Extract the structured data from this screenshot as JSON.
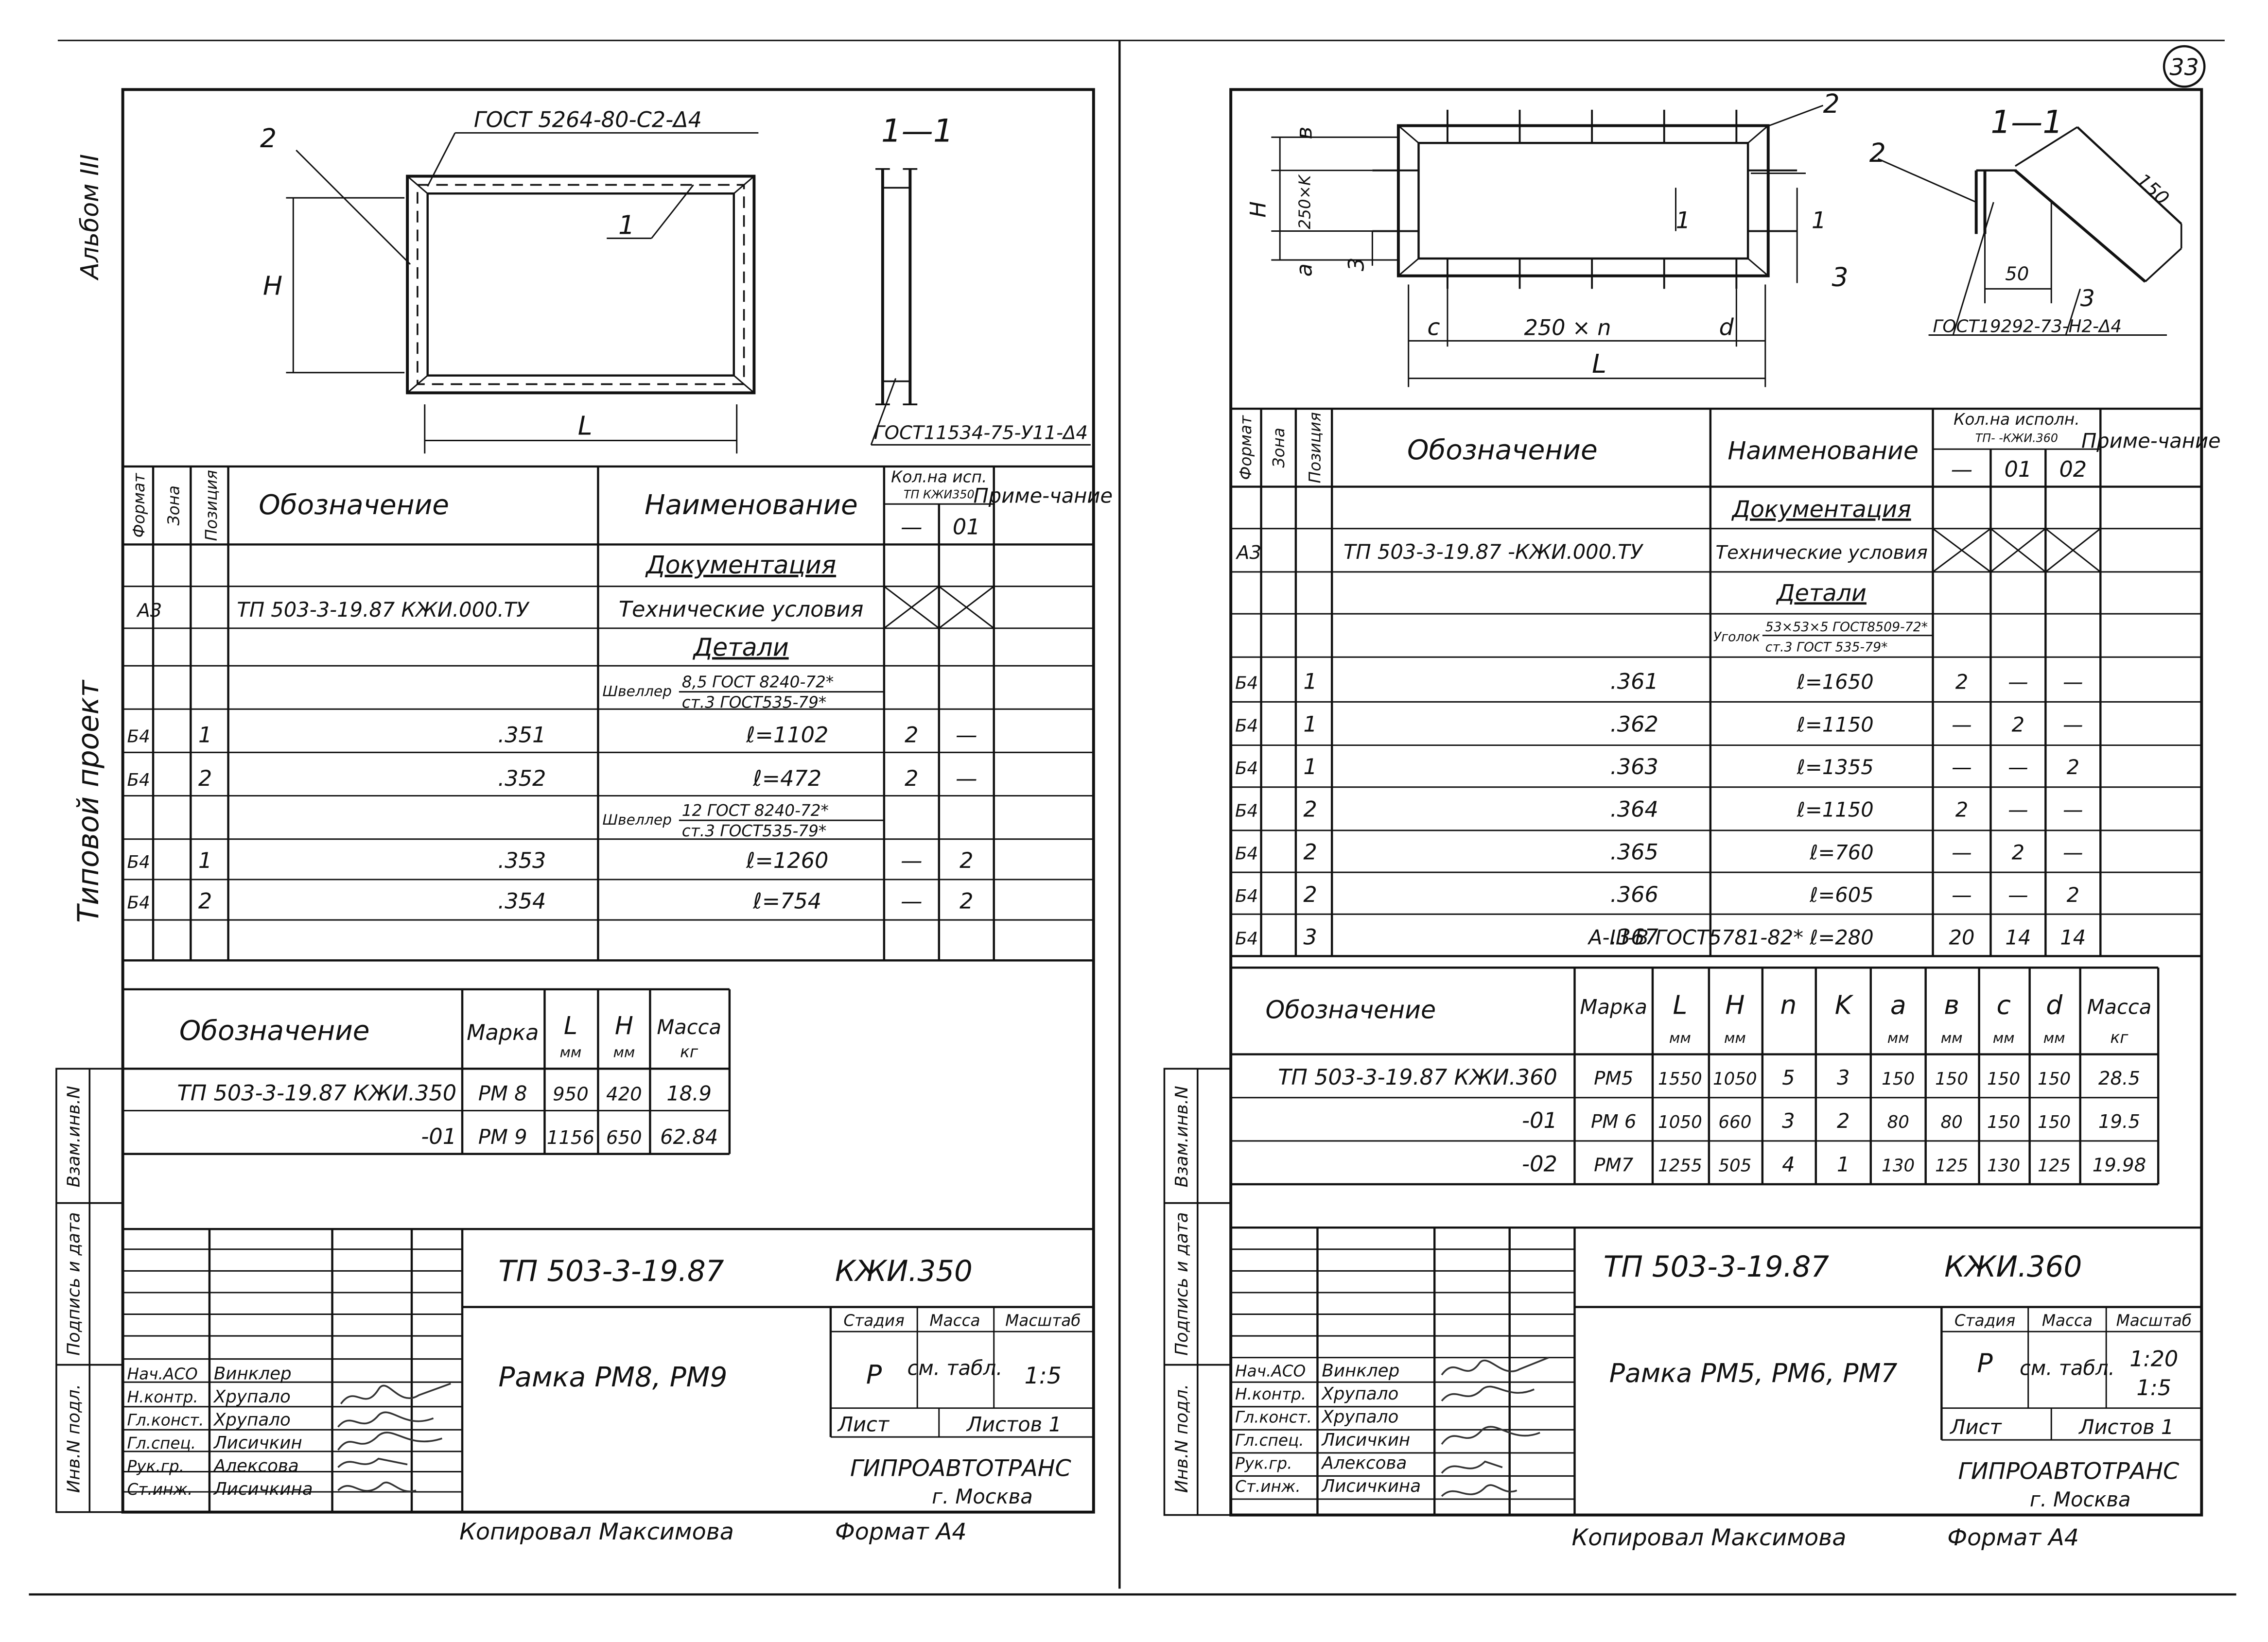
{
  "page_number": "33",
  "left": {
    "side_labels": {
      "album": "Альбом III",
      "project": "Типовой проект",
      "vzam": "Взам.инв.N",
      "podpis": "Подпись и дата",
      "inv": "Инв.N подл."
    },
    "drawing": {
      "gost_top": "ГОСТ 5264-80-С2-Δ4",
      "pos2": "2",
      "pos1": "1",
      "dim_h": "H",
      "dim_l": "L",
      "section": "1—1",
      "gost_side": "ГОСТ11534-75-У11-Δ4"
    },
    "spec": {
      "headers": {
        "format": "Формат",
        "zone": "Зона",
        "pos": "Позиция",
        "designation": "Обозначение",
        "name": "Наименование",
        "qty": "Кол.на исп.",
        "qty_sub": "ТП  КЖИ350",
        "q1": "—",
        "q2": "01",
        "note": "Приме-чание"
      },
      "section_docs": "Документация",
      "tu": {
        "format": "А3",
        "designation": "ТП 503-3-19.87   КЖИ.000.ТУ",
        "name": "Технические условия"
      },
      "section_parts": "Детали",
      "profile1": {
        "prefix": "Швеллер",
        "top": "8,5 ГОСТ 8240-72*",
        "bottom": "ст.3 ГОСТ535-79*"
      },
      "profile2": {
        "prefix": "Швеллер",
        "top": "12 ГОСТ 8240-72*",
        "bottom": "ст.3 ГОСТ535-79*"
      },
      "rows1": [
        {
          "format": "Б4",
          "pos": "1",
          "designation": ".351",
          "name": "ℓ=1102",
          "q1": "2",
          "q2": "—"
        },
        {
          "format": "Б4",
          "pos": "2",
          "designation": ".352",
          "name": "ℓ=472",
          "q1": "2",
          "q2": "—"
        }
      ],
      "rows2": [
        {
          "format": "Б4",
          "pos": "1",
          "designation": ".353",
          "name": "ℓ=1260",
          "q1": "—",
          "q2": "2"
        },
        {
          "format": "Б4",
          "pos": "2",
          "designation": ".354",
          "name": "ℓ=754",
          "q1": "—",
          "q2": "2"
        }
      ]
    },
    "marks": {
      "headers": {
        "designation": "Обозначение",
        "mark": "Марка",
        "l": "L",
        "h": "H",
        "unit_mm": "мм",
        "mass": "Масса",
        "unit_kg": "кг"
      },
      "rows": [
        {
          "designation": "ТП 503-3-19.87   КЖИ.350",
          "mark": "РМ 8",
          "l": "950",
          "h": "420",
          "mass": "18.9"
        },
        {
          "designation": "-01",
          "mark": "РМ 9",
          "l": "1156",
          "h": "650",
          "mass": "62.84"
        }
      ]
    },
    "title_block": {
      "project": "ТП 503-3-19.87",
      "code": "КЖИ.350",
      "name": "Рамка РМ8, РМ9",
      "stage_label": "Стадия",
      "mass_label": "Масса",
      "scale_label": "Масштаб",
      "stage": "Р",
      "mass": "см. табл.",
      "scale": "1:5",
      "sheet_label": "Лист",
      "sheets_label": "Листов 1",
      "org": "ГИПРОАВТОТРАНС",
      "city": "г. Москва",
      "roles": [
        {
          "role": "Нач.АСО",
          "name": "Винклер"
        },
        {
          "role": "Н.контр.",
          "name": "Хрупало"
        },
        {
          "role": "Гл.конст.",
          "name": "Хрупало"
        },
        {
          "role": "Гл.спец.",
          "name": "Лисичкин"
        },
        {
          "role": "Рук.гр.",
          "name": "Алексова"
        },
        {
          "role": "Ст.инж.",
          "name": "Лисичкина"
        }
      ]
    },
    "footer": {
      "copied": "Копировал Максимова",
      "format": "Формат А4"
    }
  },
  "right": {
    "side_labels": {
      "vzam": "Взам.инв.N",
      "podpis": "Подпись и дата",
      "inv": "Инв.N подл."
    },
    "drawing": {
      "pos2": "2",
      "pos3": "3",
      "b": "в",
      "h": "H",
      "k": "250×K",
      "a": "a",
      "sec1": "1",
      "sec1b": "1",
      "c": "c",
      "d": "d",
      "n": "250 × n",
      "l": "L",
      "section": "1—1",
      "s_pos2": "2",
      "s_pos3": "3",
      "d150": "150",
      "d50": "50",
      "gost": "ГОСТ19292-73-Н2-Δ4"
    },
    "spec": {
      "headers": {
        "format": "Формат",
        "zone": "Зона",
        "pos": "Позиция",
        "designation": "Обозначение",
        "name": "Наименование",
        "qty": "Кол.на исполн.",
        "qty_sub": "ТП-   -КЖИ.360",
        "q1": "—",
        "q2": "01",
        "q3": "02",
        "note": "Приме-чание"
      },
      "section_docs": "Документация",
      "tu": {
        "format": "А3",
        "designation": "ТП 503-3-19.87  -КЖИ.000.ТУ",
        "name": "Технические условия"
      },
      "section_parts": "Детали",
      "profile": {
        "prefix": "Уголок",
        "top": "53×53×5 ГОСТ8509-72*",
        "bottom": "ст.3 ГОСТ 535-79*"
      },
      "rows": [
        {
          "format": "Б4",
          "pos": "1",
          "designation": ".361",
          "name": "ℓ=1650",
          "q1": "2",
          "q2": "—",
          "q3": "—"
        },
        {
          "format": "Б4",
          "pos": "1",
          "designation": ".362",
          "name": "ℓ=1150",
          "q1": "—",
          "q2": "2",
          "q3": "—"
        },
        {
          "format": "Б4",
          "pos": "1",
          "designation": ".363",
          "name": "ℓ=1355",
          "q1": "—",
          "q2": "—",
          "q3": "2"
        },
        {
          "format": "Б4",
          "pos": "2",
          "designation": ".364",
          "name": "ℓ=1150",
          "q1": "2",
          "q2": "—",
          "q3": "—"
        },
        {
          "format": "Б4",
          "pos": "2",
          "designation": ".365",
          "name": "ℓ=760",
          "q1": "—",
          "q2": "2",
          "q3": "—"
        },
        {
          "format": "Б4",
          "pos": "2",
          "designation": ".366",
          "name": "ℓ=605",
          "q1": "—",
          "q2": "—",
          "q3": "2"
        },
        {
          "format": "Б4",
          "pos": "3",
          "designation": ".367",
          "name": "А-III-В ГОСТ5781-82* ℓ=280",
          "q1": "20",
          "q2": "14",
          "q3": "14"
        }
      ]
    },
    "marks": {
      "headers": {
        "designation": "Обозначение",
        "mark": "Марка",
        "l": "L",
        "h": "H",
        "n": "n",
        "k": "K",
        "a": "a",
        "b": "в",
        "c": "c",
        "d": "d",
        "unit_mm": "мм",
        "mass": "Масса",
        "unit_kg": "кг"
      },
      "rows": [
        {
          "designation": "ТП 503-3-19.87   КЖИ.360",
          "mark": "РМ5",
          "l": "1550",
          "h": "1050",
          "n": "5",
          "k": "3",
          "a": "150",
          "b": "150",
          "c": "150",
          "d": "150",
          "mass": "28.5"
        },
        {
          "designation": "-01",
          "mark": "РМ 6",
          "l": "1050",
          "h": "660",
          "n": "3",
          "k": "2",
          "a": "80",
          "b": "80",
          "c": "150",
          "d": "150",
          "mass": "19.5"
        },
        {
          "designation": "-02",
          "mark": "РМ7",
          "l": "1255",
          "h": "505",
          "n": "4",
          "k": "1",
          "a": "130",
          "b": "125",
          "c": "130",
          "d": "125",
          "mass": "19.98"
        }
      ]
    },
    "title_block": {
      "project": "ТП 503-3-19.87",
      "code": "КЖИ.360",
      "name": "Рамка РМ5, РМ6, РМ7",
      "stage_label": "Стадия",
      "mass_label": "Масса",
      "scale_label": "Масштаб",
      "stage": "Р",
      "mass": "см. табл.",
      "scale": "1:20",
      "scale2": "1:5",
      "sheet_label": "Лист",
      "sheets_label": "Листов 1",
      "org": "ГИПРОАВТОТРАНС",
      "city": "г. Москва",
      "roles": [
        {
          "role": "Нач.АСО",
          "name": "Винклер"
        },
        {
          "role": "Н.контр.",
          "name": "Хрупало"
        },
        {
          "role": "Гл.конст.",
          "name": "Хрупало"
        },
        {
          "role": "Гл.спец.",
          "name": "Лисичкин"
        },
        {
          "role": "Рук.гр.",
          "name": "Алексова"
        },
        {
          "role": "Ст.инж.",
          "name": "Лисичкина"
        }
      ]
    },
    "footer": {
      "copied": "Копировал Максимова",
      "format": "Формат А4"
    }
  }
}
